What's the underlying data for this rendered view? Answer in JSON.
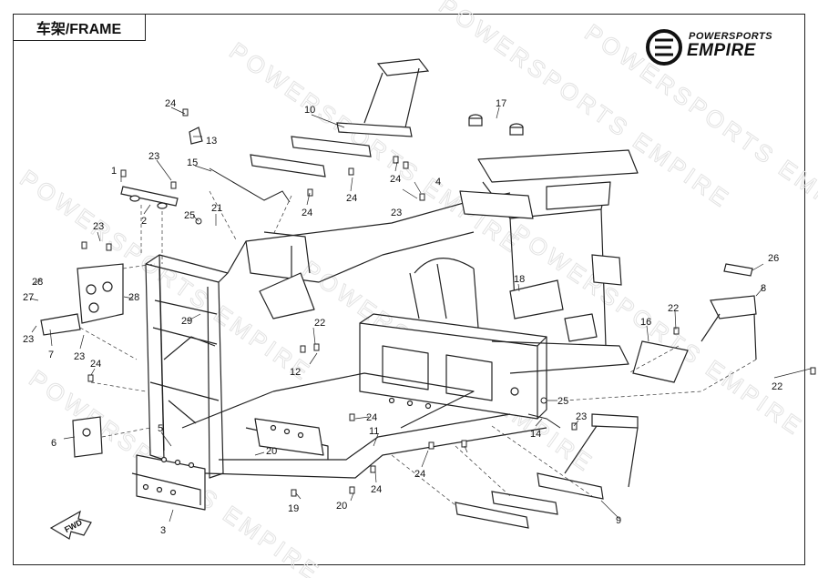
{
  "title": "车架/FRAME",
  "brand": {
    "top": "POWERSPORTS",
    "bottom": "EMPIRE"
  },
  "watermark": "POWERSPORTS EMPIRE",
  "fwd_label": "FWD",
  "callouts": [
    {
      "id": "c1",
      "label": "1"
    },
    {
      "id": "c2",
      "label": "2"
    },
    {
      "id": "c3",
      "label": "3"
    },
    {
      "id": "c4",
      "label": "4"
    },
    {
      "id": "c5",
      "label": "5"
    },
    {
      "id": "c6",
      "label": "6"
    },
    {
      "id": "c7",
      "label": "7"
    },
    {
      "id": "c8",
      "label": "8"
    },
    {
      "id": "c9",
      "label": "9"
    },
    {
      "id": "c10",
      "label": "10"
    },
    {
      "id": "c11",
      "label": "11"
    },
    {
      "id": "c12",
      "label": "12"
    },
    {
      "id": "c13",
      "label": "13"
    },
    {
      "id": "c14",
      "label": "14"
    },
    {
      "id": "c15",
      "label": "15"
    },
    {
      "id": "c16",
      "label": "16"
    },
    {
      "id": "c17",
      "label": "17"
    },
    {
      "id": "c18",
      "label": "18"
    },
    {
      "id": "c19",
      "label": "19"
    },
    {
      "id": "c20a",
      "label": "20"
    },
    {
      "id": "c20b",
      "label": "20"
    },
    {
      "id": "c21",
      "label": "21"
    },
    {
      "id": "c22a",
      "label": "22"
    },
    {
      "id": "c22b",
      "label": "22"
    },
    {
      "id": "c22c",
      "label": "22"
    },
    {
      "id": "c23a",
      "label": "23"
    },
    {
      "id": "c23b",
      "label": "23"
    },
    {
      "id": "c23c",
      "label": "23"
    },
    {
      "id": "c23d",
      "label": "23"
    },
    {
      "id": "c23e",
      "label": "23"
    },
    {
      "id": "c23f",
      "label": "23"
    },
    {
      "id": "c24a",
      "label": "24"
    },
    {
      "id": "c24b",
      "label": "24"
    },
    {
      "id": "c24c",
      "label": "24"
    },
    {
      "id": "c24d",
      "label": "24"
    },
    {
      "id": "c24e",
      "label": "24"
    },
    {
      "id": "c24f",
      "label": "24"
    },
    {
      "id": "c24g",
      "label": "24"
    },
    {
      "id": "c24h",
      "label": "24"
    },
    {
      "id": "c25a",
      "label": "25"
    },
    {
      "id": "c25b",
      "label": "25"
    },
    {
      "id": "c26",
      "label": "26"
    },
    {
      "id": "c27",
      "label": "27"
    },
    {
      "id": "c28a",
      "label": "28"
    },
    {
      "id": "c28b",
      "label": "28"
    },
    {
      "id": "c29",
      "label": "29"
    }
  ]
}
